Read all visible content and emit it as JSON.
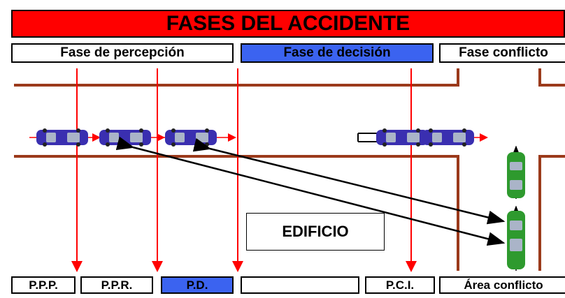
{
  "title": "FASES DEL ACCIDENTE",
  "phases": {
    "perception": "Fase de percepción",
    "decision": "Fase de decisión",
    "conflict": "Fase conflicto"
  },
  "building": "EDIFICIO",
  "points": {
    "ppp": "P.P.P.",
    "ppr": "P.P.R.",
    "pd": "P.D.",
    "empty": "",
    "pci": "P.C.I.",
    "area": "Área conflicto"
  },
  "colors": {
    "title_bg": "#ff0000",
    "highlight": "#3b63f0",
    "road_edge": "#9b3a1b",
    "marker_line": "#ff0000",
    "blue_car": "#3a2fb0",
    "green_car": "#2e9a2e"
  }
}
